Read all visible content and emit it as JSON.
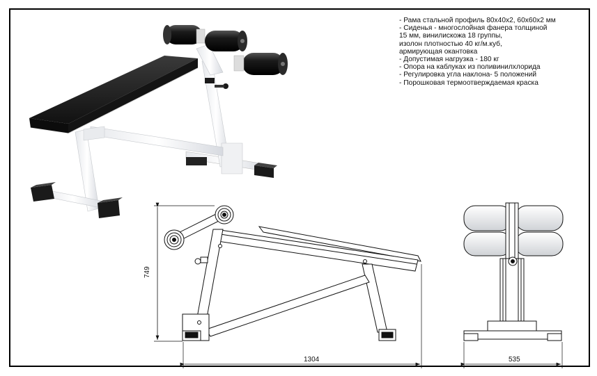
{
  "specs": [
    "- Рама стальной профиль 80х40х2, 60х60х2 мм",
    "- Сиденья - многослойная фанера толщиной",
    "15 мм, винилискожа 18 группы,",
    " изолон плотностью 40 кг/м.куб,",
    "армирующая окантовка",
    "- Допустимая нагрузка - 180 кг",
    "- Опора на каблуках из поливинилхлорида",
    "- Регулировка угла наклона- 5 положений",
    "- Порошковая термоотверждаемая краска"
  ],
  "dimensions": {
    "height": "749",
    "length": "1304",
    "width": "535"
  },
  "colors": {
    "frame": "#f4f5f7",
    "pad": "#1c1c1c",
    "roller": "#222222",
    "line": "#111111"
  }
}
